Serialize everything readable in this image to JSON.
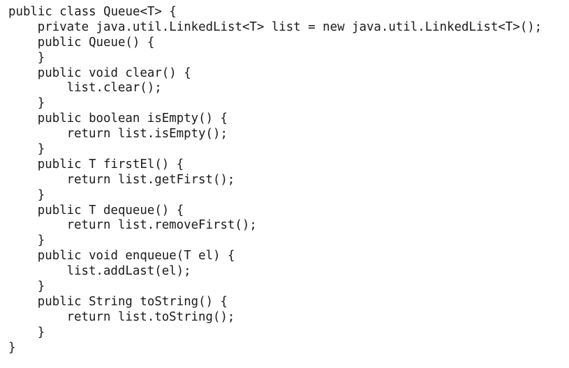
{
  "code": {
    "language": "Java",
    "lines": [
      {
        "indent": 0,
        "text": "public class Queue<T> {"
      },
      {
        "indent": 1,
        "text": "private java.util.LinkedList<T> list = new java.util.LinkedList<T>();"
      },
      {
        "indent": 1,
        "text": "public Queue() {"
      },
      {
        "indent": 1,
        "text": "}"
      },
      {
        "indent": 1,
        "text": "public void clear() {"
      },
      {
        "indent": 2,
        "text": "list.clear();"
      },
      {
        "indent": 1,
        "text": "}"
      },
      {
        "indent": 1,
        "text": "public boolean isEmpty() {"
      },
      {
        "indent": 2,
        "text": "return list.isEmpty();"
      },
      {
        "indent": 1,
        "text": "}"
      },
      {
        "indent": 1,
        "text": "public T firstEl() {"
      },
      {
        "indent": 2,
        "text": "return list.getFirst();"
      },
      {
        "indent": 1,
        "text": "}"
      },
      {
        "indent": 1,
        "text": "public T dequeue() {"
      },
      {
        "indent": 2,
        "text": "return list.removeFirst();"
      },
      {
        "indent": 1,
        "text": "}"
      },
      {
        "indent": 1,
        "text": "public void enqueue(T el) {"
      },
      {
        "indent": 2,
        "text": "list.addLast(el);"
      },
      {
        "indent": 1,
        "text": "}"
      },
      {
        "indent": 1,
        "text": "public String toString() {"
      },
      {
        "indent": 2,
        "text": "return list.toString();"
      },
      {
        "indent": 1,
        "text": "}"
      },
      {
        "indent": 0,
        "text": "}"
      }
    ]
  }
}
